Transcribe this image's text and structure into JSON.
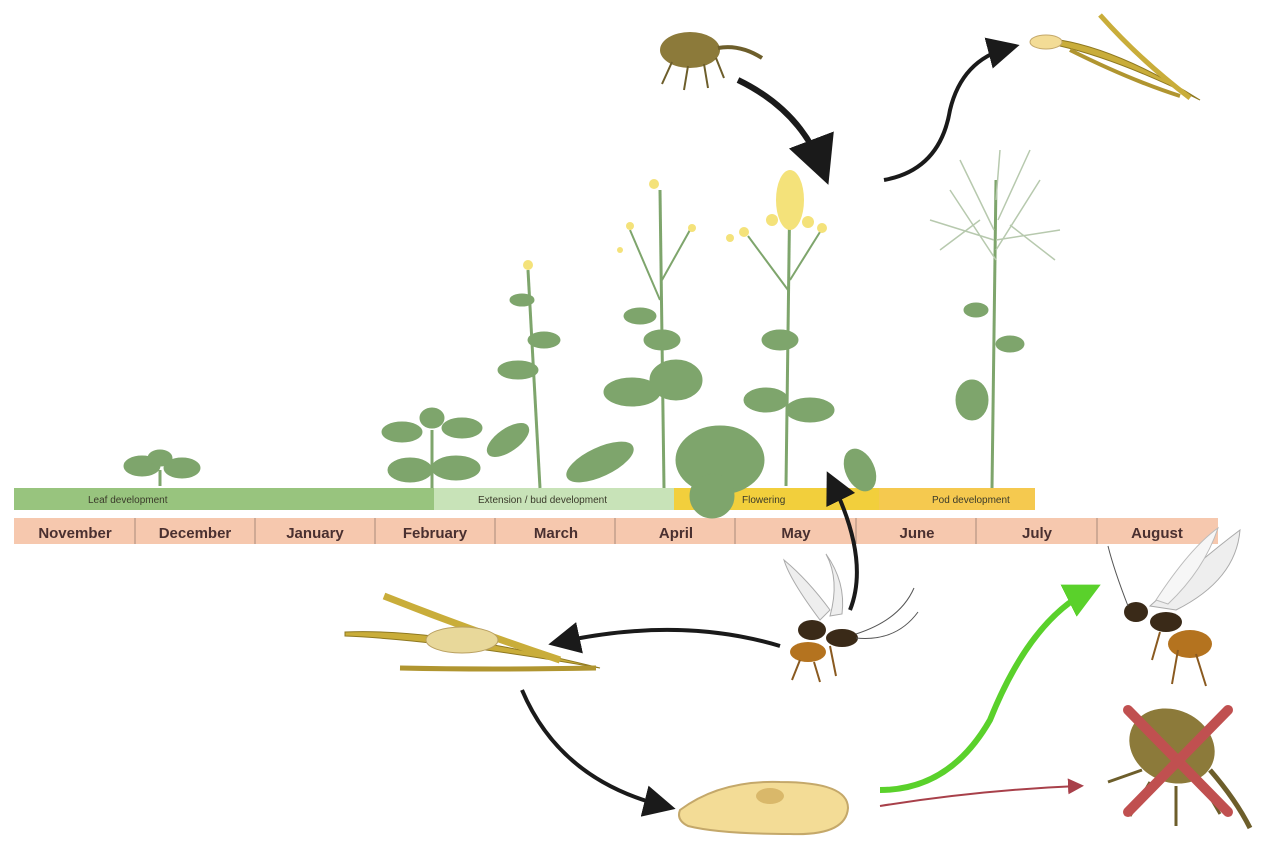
{
  "stages": [
    {
      "label": "Leaf development",
      "color": "#98c47e"
    },
    {
      "label": "Extension / bud development",
      "color": "#c8e3b8"
    },
    {
      "label": "Flowering",
      "color": "#f2cf3c"
    },
    {
      "label": "Pod development",
      "color": "#f5c94f"
    }
  ],
  "months": [
    "November",
    "December",
    "January",
    "February",
    "March",
    "April",
    "May",
    "June",
    "July",
    "August"
  ],
  "colors": {
    "month_bar": "#f6c8ae",
    "plant": "#7ea56c",
    "flower": "#f4e27a",
    "weevil": "#8c7a3a",
    "wasp": "#3a2a18",
    "pod": "#c9ad3a",
    "larva": "#f3dc96",
    "arrow_black": "#1a1a1a",
    "arrow_green": "#5ad12b",
    "arrow_red": "#a8404a",
    "cross": "#c05050"
  },
  "icons": [
    "weevil-icon",
    "wasp-icon",
    "pod-icon",
    "larva-icon",
    "cross-icon",
    "rapeseed-plant-icon"
  ]
}
